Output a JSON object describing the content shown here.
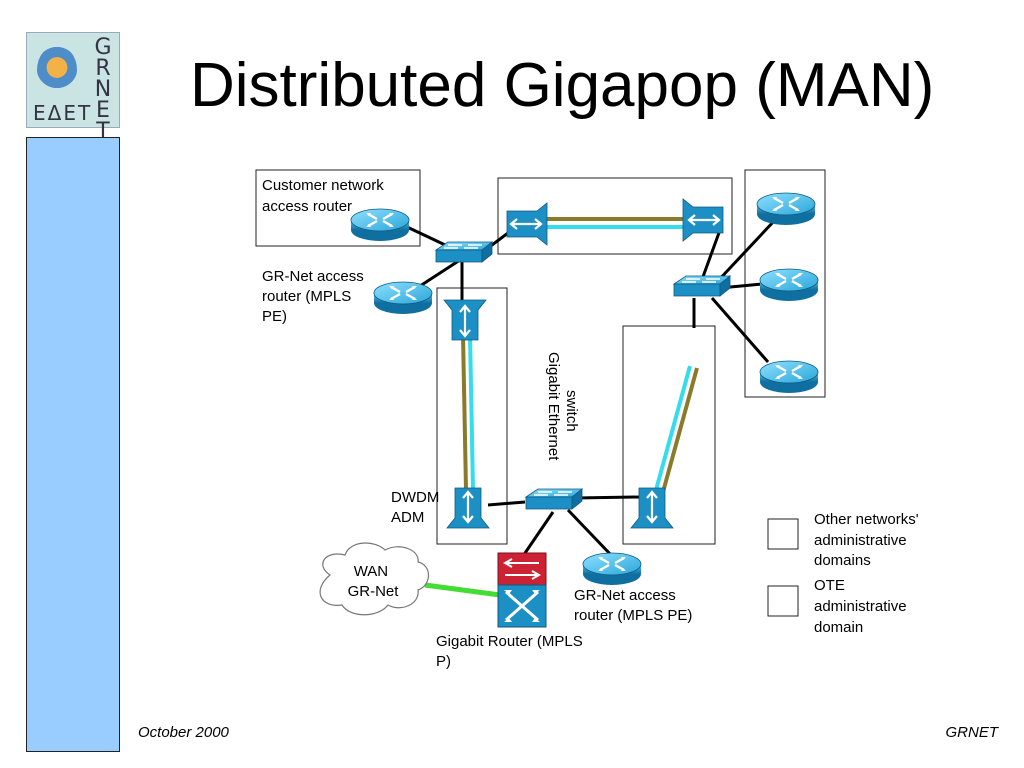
{
  "slide": {
    "title": "Distributed Gigapop (MAN)",
    "footer_left": "October 2000",
    "footer_right": "GRNET"
  },
  "logo": {
    "vertical_letters": "GRNET",
    "horizontal_letters": "ΕΔΕΤ"
  },
  "labels": {
    "customer_router": [
      "Customer network",
      "access router"
    ],
    "grnet_pe_top": [
      "GR-Net access",
      "router (MPLS",
      "PE)"
    ],
    "gigabit_switch": [
      "Gigabit Ethernet",
      "switch"
    ],
    "dwdm_adm": [
      "DWDM",
      "ADM"
    ],
    "wan_cloud": [
      "WAN",
      "GR-Net"
    ],
    "grnet_pe_bottom": [
      "GR-Net access",
      "router (MPLS PE)"
    ],
    "gigabit_router": [
      "Gigabit Router (MPLS",
      "P)"
    ]
  },
  "legend": {
    "other_domains": [
      "Other networks'",
      "administrative",
      "domains"
    ],
    "ote_domain": [
      "OTE",
      "administrative",
      "domain"
    ]
  },
  "colors": {
    "sidebar": "#99ccff",
    "device_blue": "#1c8fc4",
    "fiber_cyan": "#33ddee",
    "fiber_olive": "#8a7a2a",
    "wan_link": "#44dd33",
    "router_red": "#cc2233"
  }
}
